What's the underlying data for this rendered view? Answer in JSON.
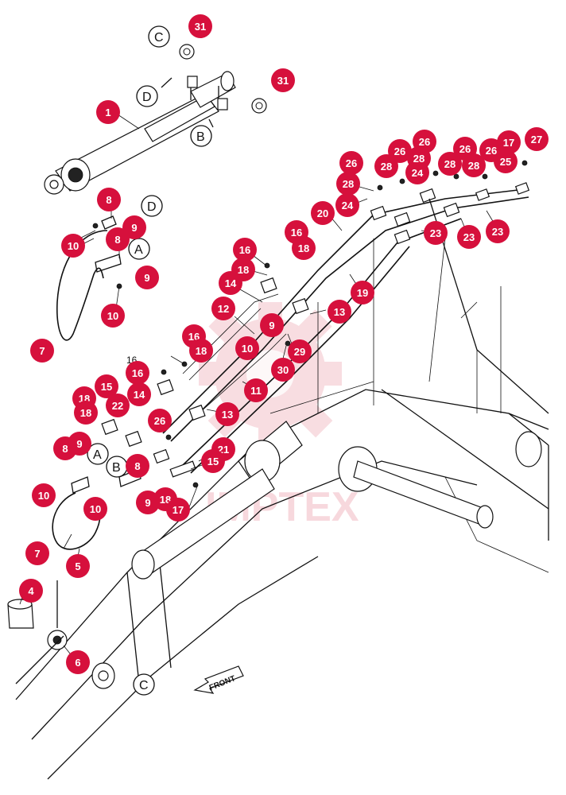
{
  "watermark": {
    "text": "IMPTEX",
    "color": "#f2b9c2"
  },
  "direction_label": "FRONT",
  "callout_color": "#d6103c",
  "callouts": [
    "31",
    "31",
    "1",
    "8",
    "9",
    "8",
    "10",
    "9",
    "10",
    "7",
    "16",
    "18",
    "14",
    "12",
    "16",
    "18",
    "9",
    "10",
    "13",
    "29",
    "30",
    "11",
    "16",
    "18",
    "20",
    "19",
    "13",
    "26",
    "28",
    "24",
    "26",
    "28",
    "26",
    "28",
    "24",
    "23",
    "23",
    "26",
    "28",
    "28",
    "25",
    "26",
    "27",
    "23",
    "17",
    "18",
    "15",
    "22",
    "14",
    "18",
    "16",
    "8",
    "9",
    "10",
    "7",
    "5",
    "4",
    "6",
    "8",
    "9",
    "10",
    "18",
    "26",
    "21",
    "15",
    "17"
  ],
  "refs": [
    "C",
    "D",
    "B",
    "D",
    "A",
    "A",
    "B",
    "C"
  ],
  "plain_labels": [
    "16",
    "8"
  ]
}
